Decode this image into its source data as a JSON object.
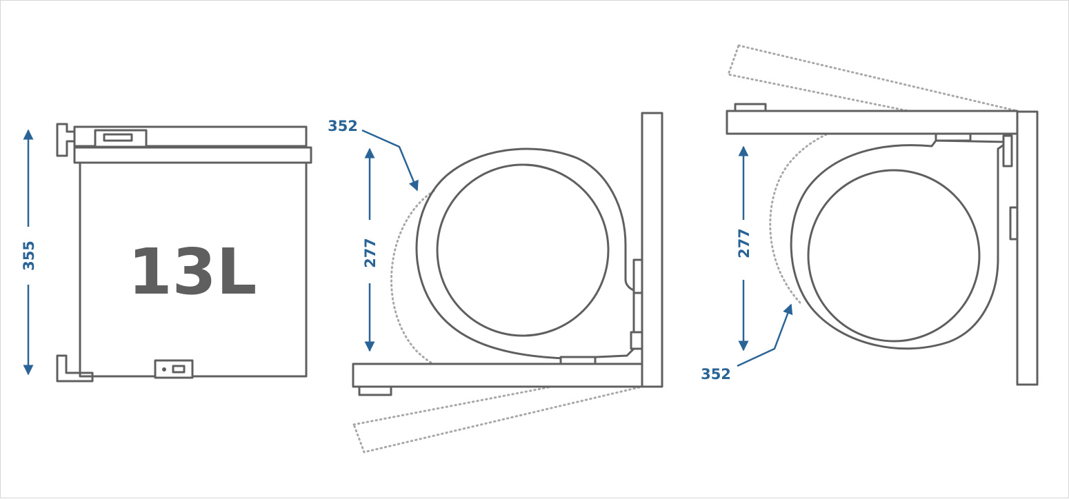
{
  "drawing": {
    "front_view": {
      "capacity": "13L",
      "height_dim": "355"
    },
    "side_view_left": {
      "height_dim": "277",
      "swing_dim": "352"
    },
    "side_view_right": {
      "height_dim": "277",
      "swing_dim": "352"
    }
  },
  "colors": {
    "outline": "#5f5f5f",
    "dimension": "#2a6496",
    "swing_path": "#a8a8a8"
  }
}
